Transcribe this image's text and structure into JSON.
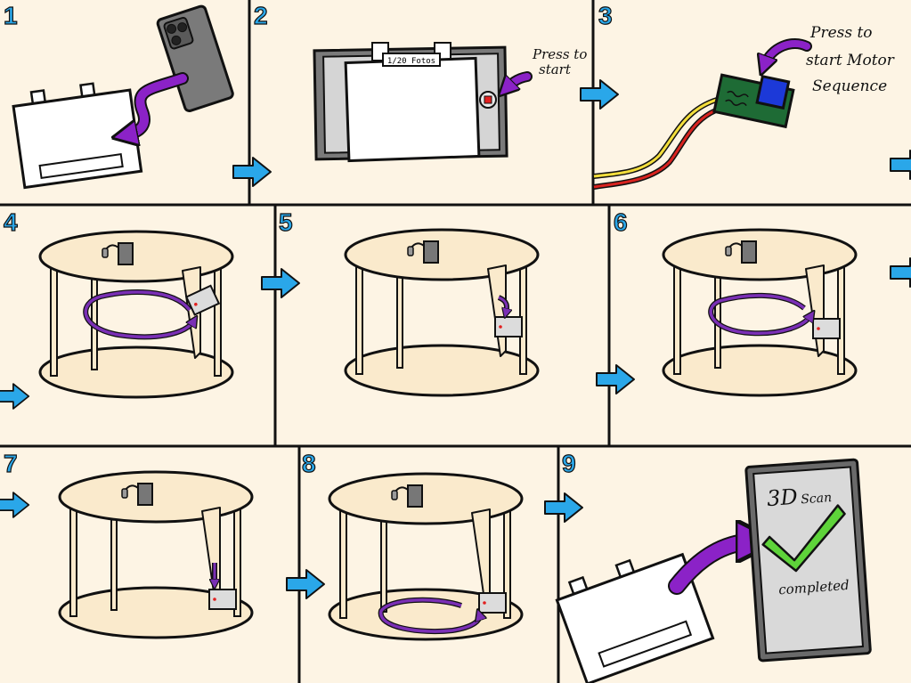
{
  "panels": [
    {
      "number": "1"
    },
    {
      "number": "2"
    },
    {
      "number": "3"
    },
    {
      "number": "4"
    },
    {
      "number": "5"
    },
    {
      "number": "6"
    },
    {
      "number": "7"
    },
    {
      "number": "8"
    },
    {
      "number": "9"
    }
  ],
  "texts": {
    "phone_screen": "1/20 Fotos",
    "press_start_1": "Press to",
    "press_start_2": "start",
    "motor_1": "Press to",
    "motor_2": "start Motor",
    "motor_3": "Sequence",
    "scan_title": "3D",
    "scan_word": "Scan",
    "scan_done": "completed"
  },
  "colors": {
    "background": "#fdf4e4",
    "platform": "#faeacc",
    "arrow_blue": "#2aa7e9",
    "curve_purple": "#8b22c7",
    "rotation_purple": "#7a2fb5",
    "check_green": "#5ed33a",
    "board_green": "#1e6b35",
    "button_blue": "#1c39d8",
    "wire_red": "#d8231f",
    "wire_yellow": "#f3de3c",
    "record_red": "#e22020"
  },
  "icons": [
    "phone-icon",
    "scanner-icon",
    "tablet-icon",
    "motor-board-icon",
    "turntable-icon",
    "camera-icon",
    "checkmark-icon"
  ]
}
